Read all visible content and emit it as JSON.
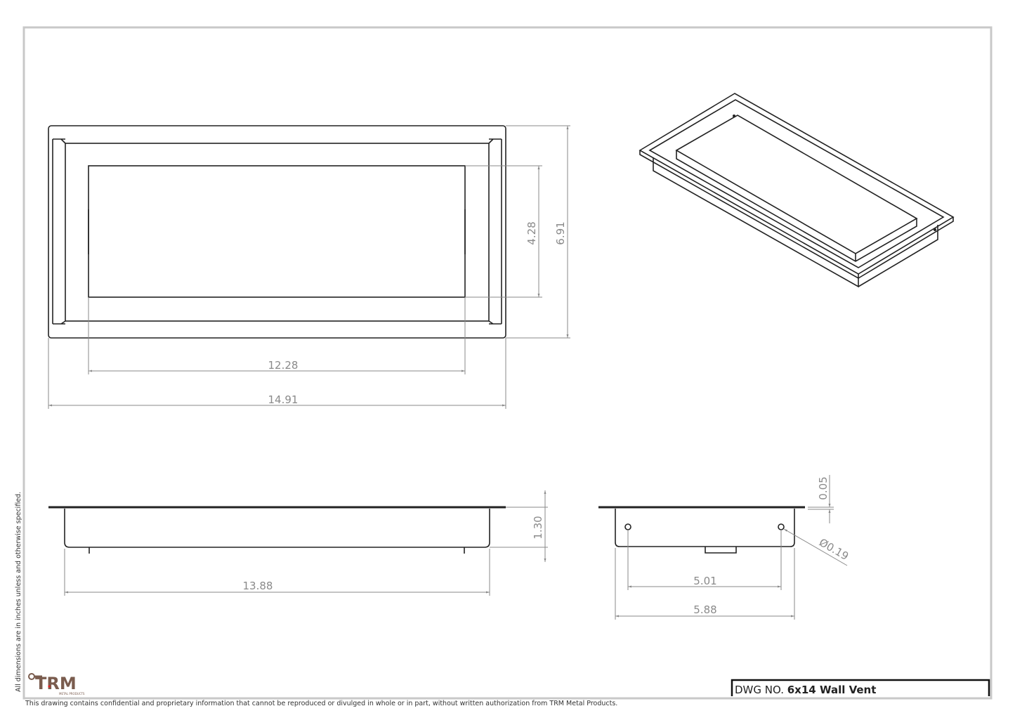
{
  "sheet": {
    "side_note": "All dimensions are in inches unless and otherwise specified.",
    "confidentiality": "This drawing contains confidential and proprietary information that cannot be reproduced or divulged in whole or in part, without written authorization from TRM Metal Products.",
    "logo_text": "TRM",
    "logo_subtext": "METAL PRODUCTS",
    "title_block": {
      "label": "DWG NO.",
      "value": "6x14 Wall Vent"
    }
  },
  "dimensions": {
    "front_opening_height": "4.28",
    "front_overall_height": "6.91",
    "front_opening_width": "12.28",
    "front_overall_width": "14.91",
    "side_depth": "1.30",
    "side_body_width": "13.88",
    "end_flange_thickness": "0.05",
    "end_hole_diameter": "Ø0.19",
    "end_hole_spacing": "5.01",
    "end_body_width": "5.88"
  },
  "colors": {
    "border": "#c8c8c8",
    "dimension": "#8a8a8a",
    "object": "#222222",
    "logo": "#7a5c4e"
  }
}
